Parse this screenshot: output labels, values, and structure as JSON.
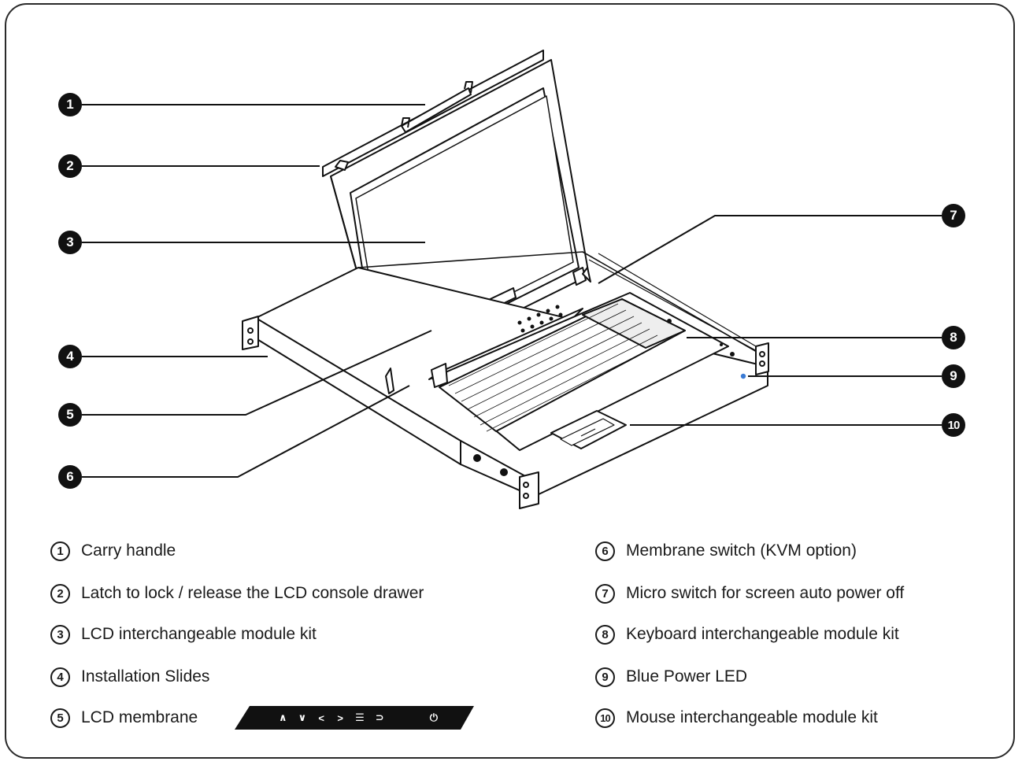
{
  "callouts": [
    "1",
    "2",
    "3",
    "4",
    "5",
    "6",
    "7",
    "8",
    "9",
    "10"
  ],
  "legend": [
    {
      "num": "1",
      "label": "Carry handle"
    },
    {
      "num": "2",
      "label": "Latch to lock / release the LCD console drawer"
    },
    {
      "num": "3",
      "label": "LCD interchangeable module kit"
    },
    {
      "num": "4",
      "label": "Installation Slides"
    },
    {
      "num": "5",
      "label": "LCD membrane"
    },
    {
      "num": "6",
      "label": "Membrane switch (KVM option)"
    },
    {
      "num": "7",
      "label": "Micro switch for screen auto power off"
    },
    {
      "num": "8",
      "label": "Keyboard interchangeable module kit"
    },
    {
      "num": "9",
      "label": "Blue Power LED"
    },
    {
      "num": "10",
      "label": "Mouse interchangeable module kit"
    }
  ],
  "membrane_keys": [
    "up-icon",
    "down-icon",
    "left-icon",
    "right-icon",
    "menu-icon",
    "return-icon",
    "power-icon"
  ],
  "colors": {
    "ink": "#111111",
    "led": "#3a7bd5"
  }
}
